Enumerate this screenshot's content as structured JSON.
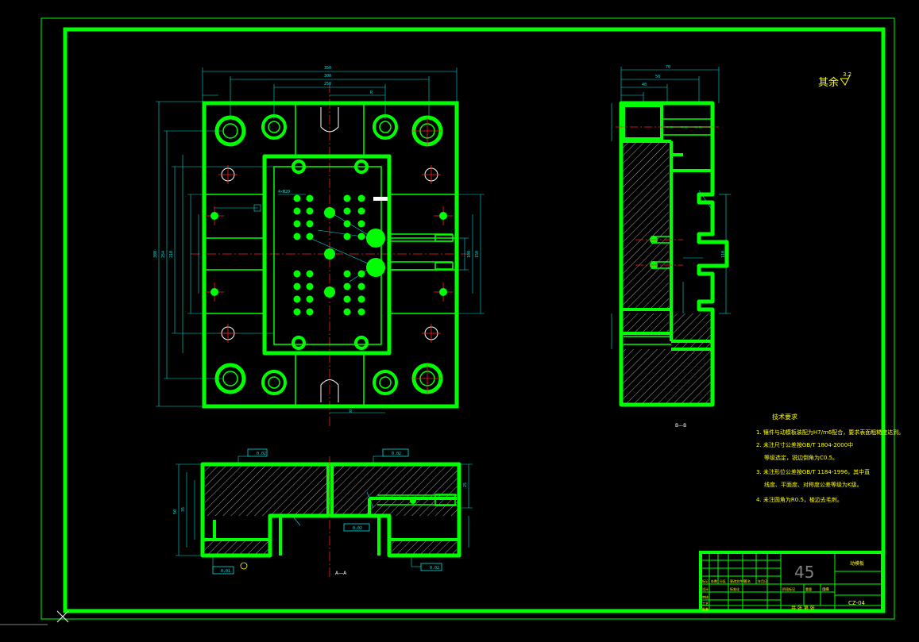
{
  "drawing": {
    "material": "45",
    "part_name": "动模板",
    "drawing_number": "CZ-04",
    "section_label_side": "B—B",
    "section_label_bottom": "A—A",
    "surface_finish": {
      "label": "其余",
      "value": "3.2"
    }
  },
  "tech_requirements": {
    "title": "技术要求",
    "items": [
      "1. 镶件与动模板装配为H7/m6配合，要求表面粗糙度达到。",
      "2. 未注尺寸公差按GB/T 1804-2000中",
      "等级选定，锐边倒角为C0.5。",
      "3. 未注形位公差按GB/T 1184-1996，其中直",
      "线度、平面度、对称度公差等级为K级。",
      "4. 未注圆角为R0.5，棱边去毛刺。"
    ]
  },
  "title_block": {
    "row_labels": [
      "标记",
      "处数",
      "分区",
      "更改文件号",
      "签名",
      "年月日"
    ],
    "row_labels2": [
      "设计",
      "标准化",
      "阶段标记",
      "重量",
      "比例"
    ],
    "row_labels3": [
      "审核",
      "工艺",
      "批准"
    ],
    "sheet_info": "共 张 第 张",
    "scale": "1:1"
  },
  "dimensions": {
    "top_overall": "350",
    "top_inner1": "300",
    "top_inner2": "250",
    "left_h1": "300",
    "left_h2": "254",
    "left_h3": "210",
    "right_h1": "150",
    "right_h2": "100",
    "side_w": "70",
    "side_w2": "50",
    "side_w3": "40",
    "side_h": "110",
    "bottom_h1": "50",
    "bottom_h2": "35",
    "bottom_h3": "25",
    "hole_label": "4×Φ20",
    "r_label": "R",
    "tolerance1": "0.02",
    "tolerance2": "0.02",
    "tolerance3": "0.02",
    "tolerance4": "0.01",
    "tolerance5": "0.02"
  },
  "colors": {
    "border": "#00ff00",
    "outline": "#00ff00",
    "hatch": "#b0b0b0",
    "dimension": "#00e0e0",
    "center": "#ff2020",
    "text": "#ffff00",
    "background": "#000000"
  }
}
